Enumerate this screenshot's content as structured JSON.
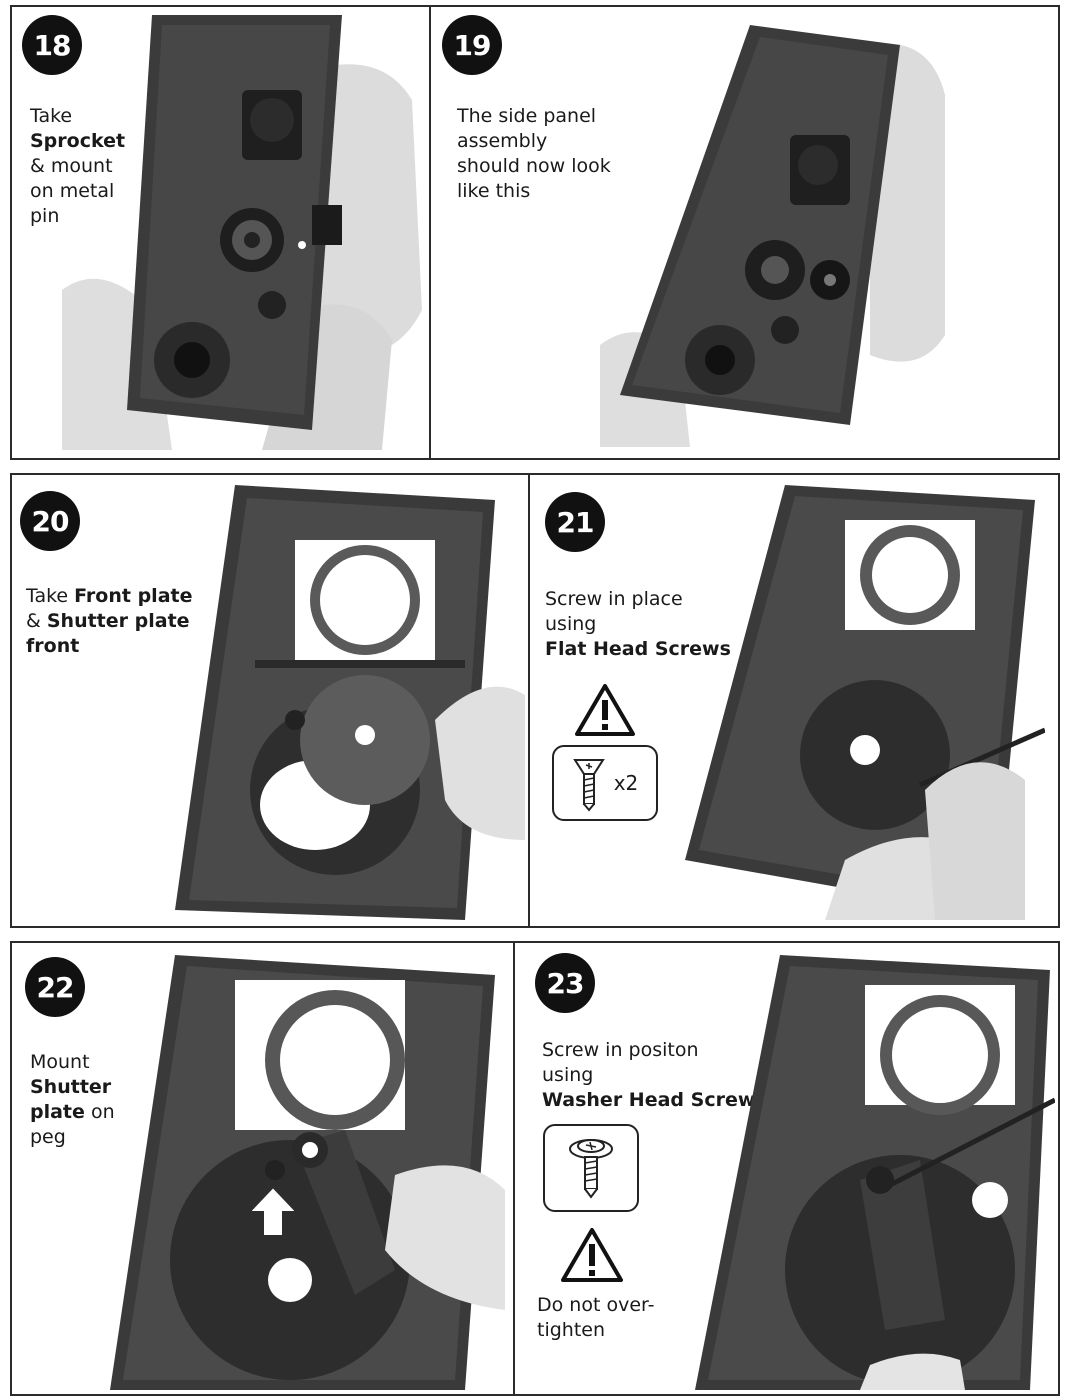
{
  "steps": {
    "s18": {
      "number": "18",
      "text_1": "Take",
      "text_bold": "Sprocket",
      "text_2": "& mount",
      "text_3": "on metal",
      "text_4": "pin"
    },
    "s19": {
      "number": "19",
      "line_1": "The side panel",
      "line_2": "assembly",
      "line_3": "should now look",
      "line_4": "like this"
    },
    "s20": {
      "number": "20",
      "take": "Take ",
      "bold_1": "Front plate",
      "amp": "& ",
      "bold_2": "Shutter plate",
      "bold_3": "front"
    },
    "s21": {
      "number": "21",
      "line_1": "Screw in place",
      "line_2": "using",
      "bold": "Flat Head Screws",
      "qty": "x2",
      "screw_icon": "flat-head-screw-icon",
      "warning_icon": "warning-triangle-icon"
    },
    "s22": {
      "number": "22",
      "line_1": "Mount",
      "bold_1": "Shutter",
      "bold_2": "plate",
      "line_2_rest": " on",
      "line_3": "peg",
      "arrow_icon": "up-arrow-icon"
    },
    "s23": {
      "number": "23",
      "line_1": "Screw in positon",
      "line_2": "using",
      "bold": "Washer Head Screw",
      "warn_1": "Do not over-",
      "warn_2": "tighten",
      "screw_icon": "washer-head-screw-icon",
      "warning_icon": "warning-triangle-icon"
    }
  },
  "colors": {
    "badge": "#111111",
    "border": "#2b2b2b",
    "plastic": "#3a3a3a",
    "skin": "#e6e6e6"
  }
}
